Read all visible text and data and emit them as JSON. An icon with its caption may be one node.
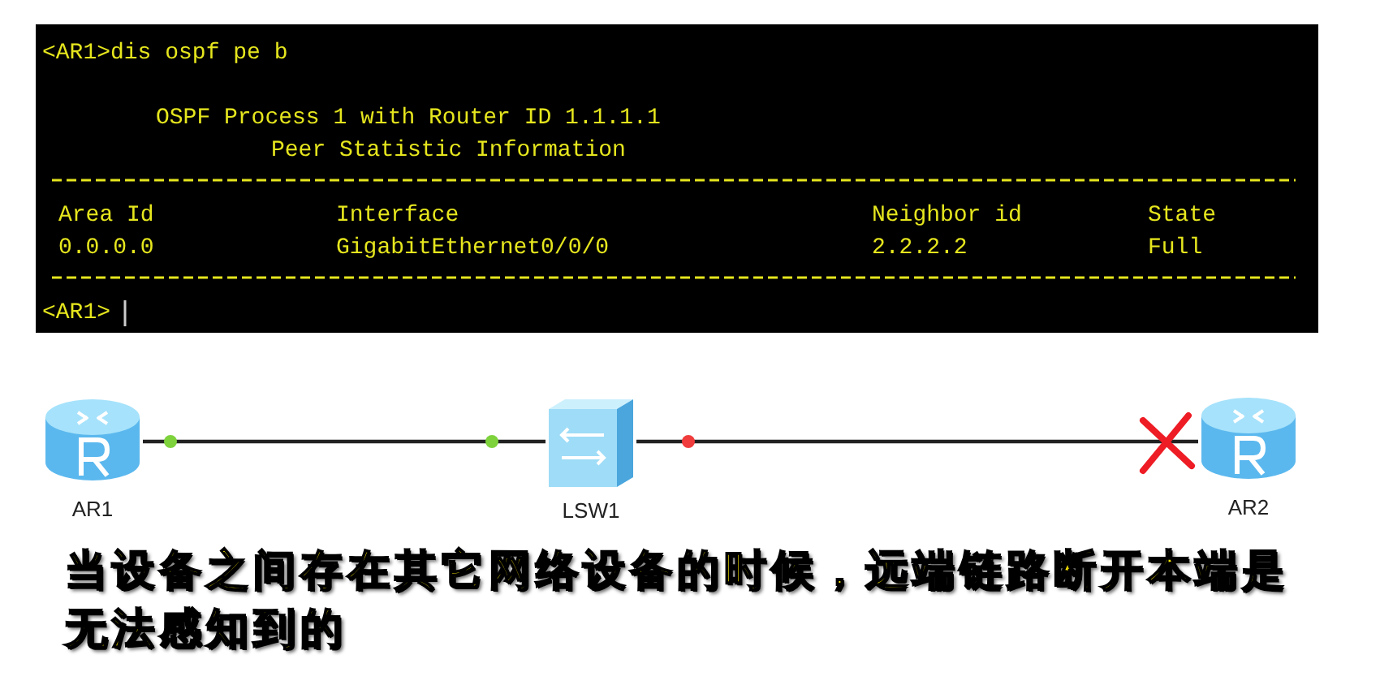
{
  "diagram": {
    "caption": "当设备之间存在其它网络设备的时候，远端链路断开本端是无法感知到的",
    "nodes": [
      {
        "text": [
          "AR1"
        ]
      },
      {
        "text": [
          "LSW1"
        ]
      },
      {
        "text": [
          "AR2"
        ]
      }
    ],
    "edges": [
      {
        "from": 0,
        "to": 1,
        "arrow": "none"
      },
      {
        "from": 1,
        "to": 2,
        "arrow": "none"
      }
    ],
    "labels": [
      "<AR1>dis ospf pe b",
      "OSPF Process 1 with Router ID 1.1.1.1",
      "Peer Statistic Information",
      "Area Id",
      "Interface",
      "Neighbor id",
      "State",
      "0.0.0.0",
      "GigabitEthernet0/0/0",
      "2.2.2.2",
      "Full",
      "<AR1>"
    ]
  }
}
